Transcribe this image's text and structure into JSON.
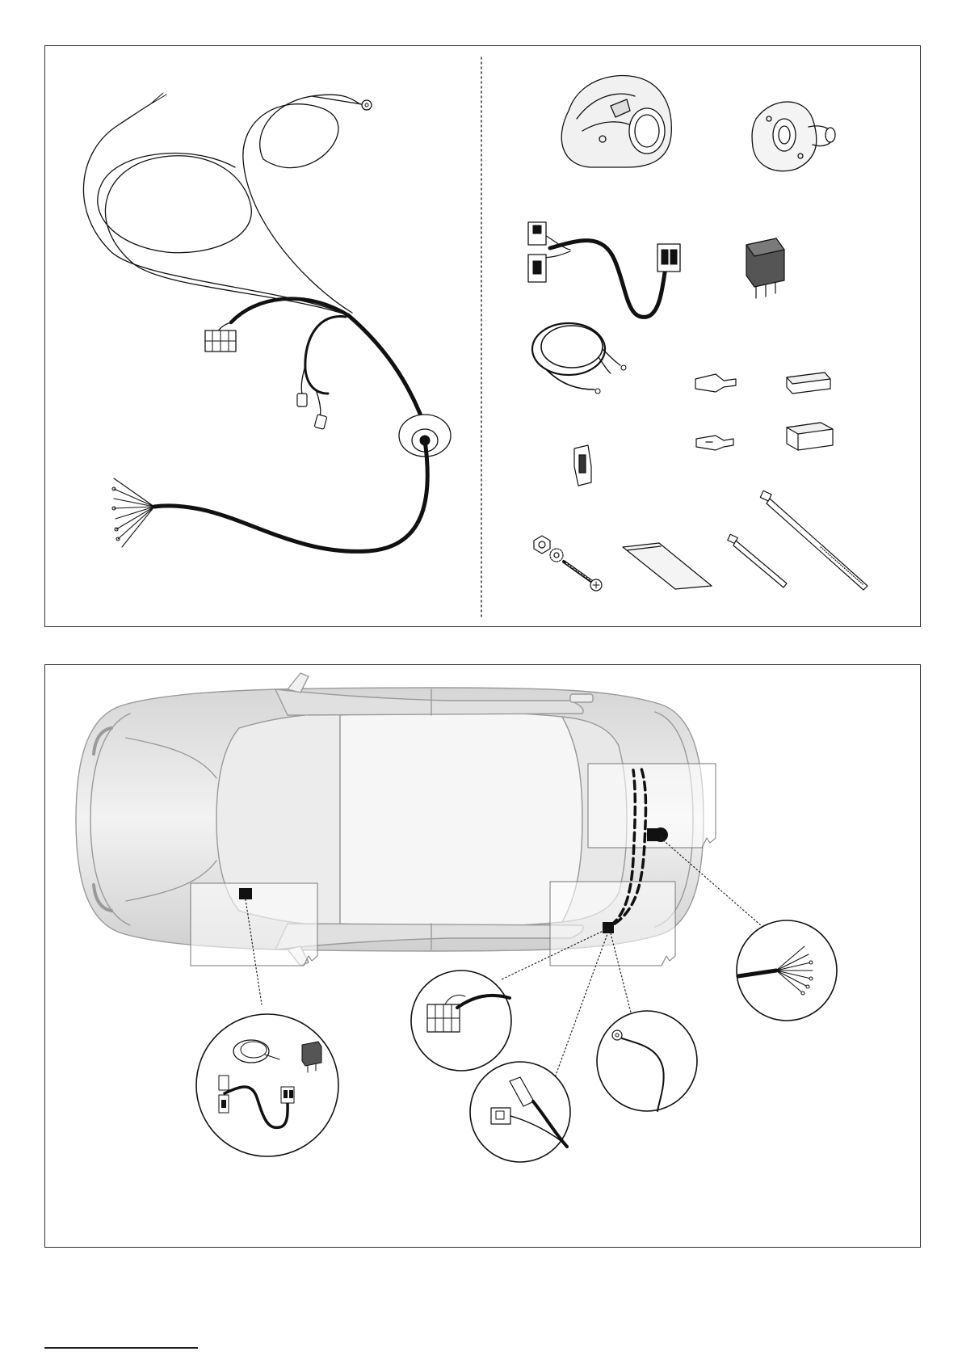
{
  "document": {
    "footer_code": "",
    "ink_color": "#111111",
    "car_body_color": "#c9c9c9",
    "car_outline_color": "#9a9a9a"
  },
  "kit_parts": [
    {
      "name": "wiring-harness-icon"
    },
    {
      "name": "trailer-socket-icon"
    },
    {
      "name": "socket-gasket-icon"
    },
    {
      "name": "adapter-cable-icon"
    },
    {
      "name": "relay-icon"
    },
    {
      "name": "ground-cable-icon"
    },
    {
      "name": "spade-connector-icon"
    },
    {
      "name": "connector-housing-icon"
    },
    {
      "name": "clip-icon"
    },
    {
      "name": "bolt-set-icon"
    },
    {
      "name": "adhesive-strip-icon"
    },
    {
      "name": "cable-tie-icon"
    }
  ],
  "installation": {
    "view": "car-top-view",
    "detail_callouts": [
      "relay-adapter-detail",
      "multi-plug-detail",
      "fuse-connector-detail",
      "ground-point-detail",
      "wire-ends-detail"
    ]
  }
}
